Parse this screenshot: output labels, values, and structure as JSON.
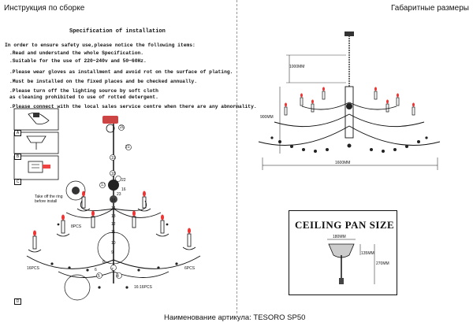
{
  "left_header": "Инструкция по сборке",
  "right_header": "Габаритные размеры",
  "spec": {
    "title": "Specification of installation",
    "intro": "In order to ensure safety use,please notice the following items:",
    "items": [
      ".Read and understand the whole Specification.",
      ".Suitable for the use of 220~240v and 50~60Hz.",
      ".Please wear gloves as installment and avoid rot on the surface of plating.",
      ".Must be installed on the fixed places and be checked annually.",
      ".Please turn off the lighting source by soft cloth",
      " as cleaning prohibited to use of rotted detergent.",
      ".Please connect with the local sales service centre when there are any abnormality."
    ]
  },
  "steps": [
    "A",
    "B",
    "C",
    "D"
  ],
  "callouts": {
    "take_off": "Take off the ring",
    "before_install": "before install",
    "pcs8": "8PCS",
    "pcs16": "16PCS",
    "pcs6": "6PCS",
    "pcs16b": "16:16PCS",
    "n20": "20",
    "n21": "21",
    "n19": "19",
    "n18": "18",
    "n22": "22",
    "n17": "17",
    "n16": "16",
    "n23": "23",
    "n15": "15",
    "n14": "14",
    "n13": "13",
    "n12": "12",
    "n11": "11",
    "n10": "10",
    "n9": "9",
    "n8": "8",
    "n7": "7",
    "n6": "6",
    "n5": "5",
    "n4": "4"
  },
  "dimensions": {
    "height_top": "1000MM",
    "height_body": "900MM",
    "width": "1600MM"
  },
  "pan": {
    "title": "CEILING PAN SIZE",
    "width": "180MM",
    "depth": "135MM",
    "total": "270MM"
  },
  "footer": "Наименование артикула: TESORO SP50"
}
